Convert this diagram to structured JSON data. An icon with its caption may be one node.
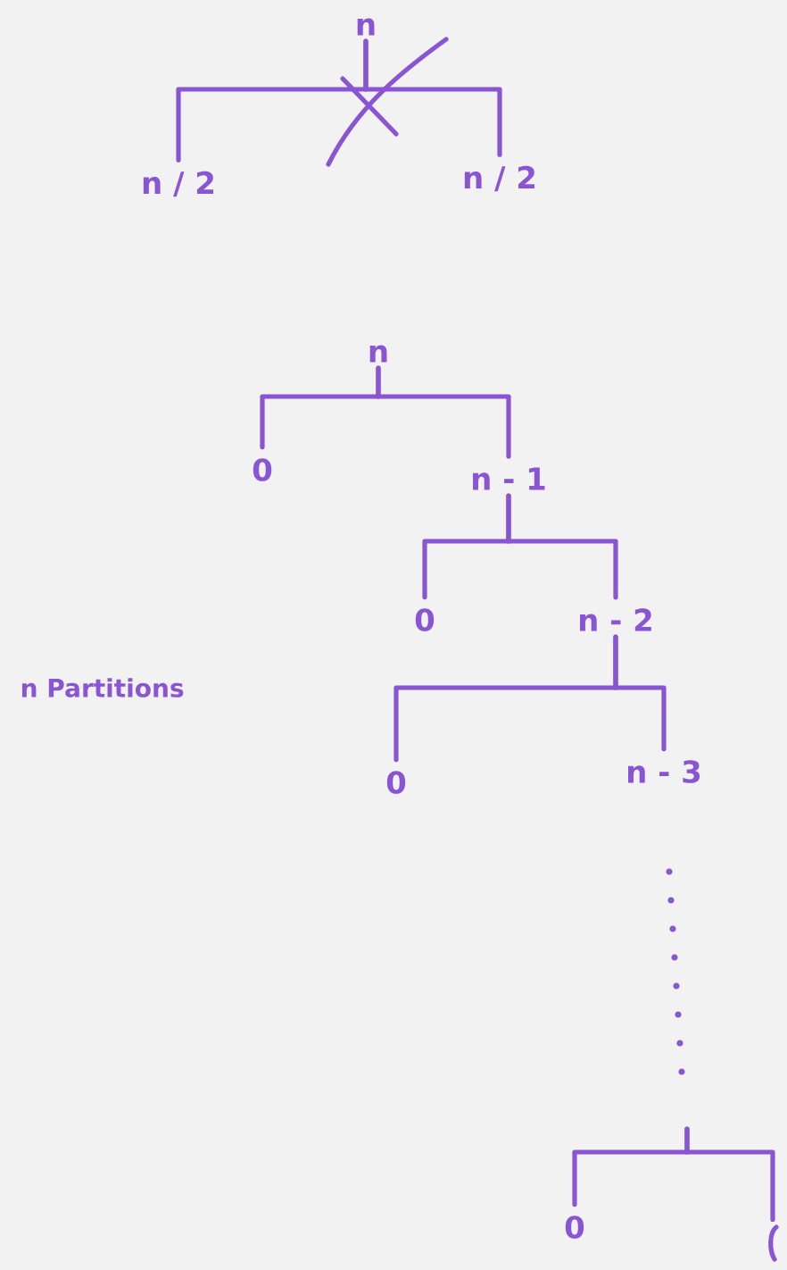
{
  "diagram": {
    "nodes": [
      {
        "text": [
          "n"
        ]
      },
      {
        "text": [
          "n / 2"
        ]
      },
      {
        "text": [
          "n / 2"
        ]
      },
      {
        "text": [
          "n"
        ]
      },
      {
        "text": [
          "0"
        ]
      },
      {
        "text": [
          "n - 1"
        ]
      },
      {
        "text": [
          "0"
        ]
      },
      {
        "text": [
          "n - 2"
        ]
      },
      {
        "text": [
          "0"
        ]
      },
      {
        "text": [
          "n - 3"
        ]
      },
      {
        "text": [
          "0"
        ]
      },
      {
        "text": [],
        "shape": "bar"
      }
    ],
    "edges": [
      {
        "from": 0,
        "to": 1,
        "arrow": "none"
      },
      {
        "from": 0,
        "to": 2,
        "arrow": "none"
      },
      {
        "from": 3,
        "to": 4,
        "arrow": "none"
      },
      {
        "from": 3,
        "to": 5,
        "arrow": "none"
      },
      {
        "from": 5,
        "to": 6,
        "arrow": "none"
      },
      {
        "from": 5,
        "to": 7,
        "arrow": "none"
      },
      {
        "from": 7,
        "to": 8,
        "arrow": "none"
      },
      {
        "from": 7,
        "to": 9,
        "arrow": "none"
      },
      {
        "from": null,
        "to": 10,
        "arrow": "none"
      },
      {
        "from": null,
        "to": 11,
        "arrow": "none"
      }
    ],
    "labels": [
      "n Partitions"
    ]
  }
}
